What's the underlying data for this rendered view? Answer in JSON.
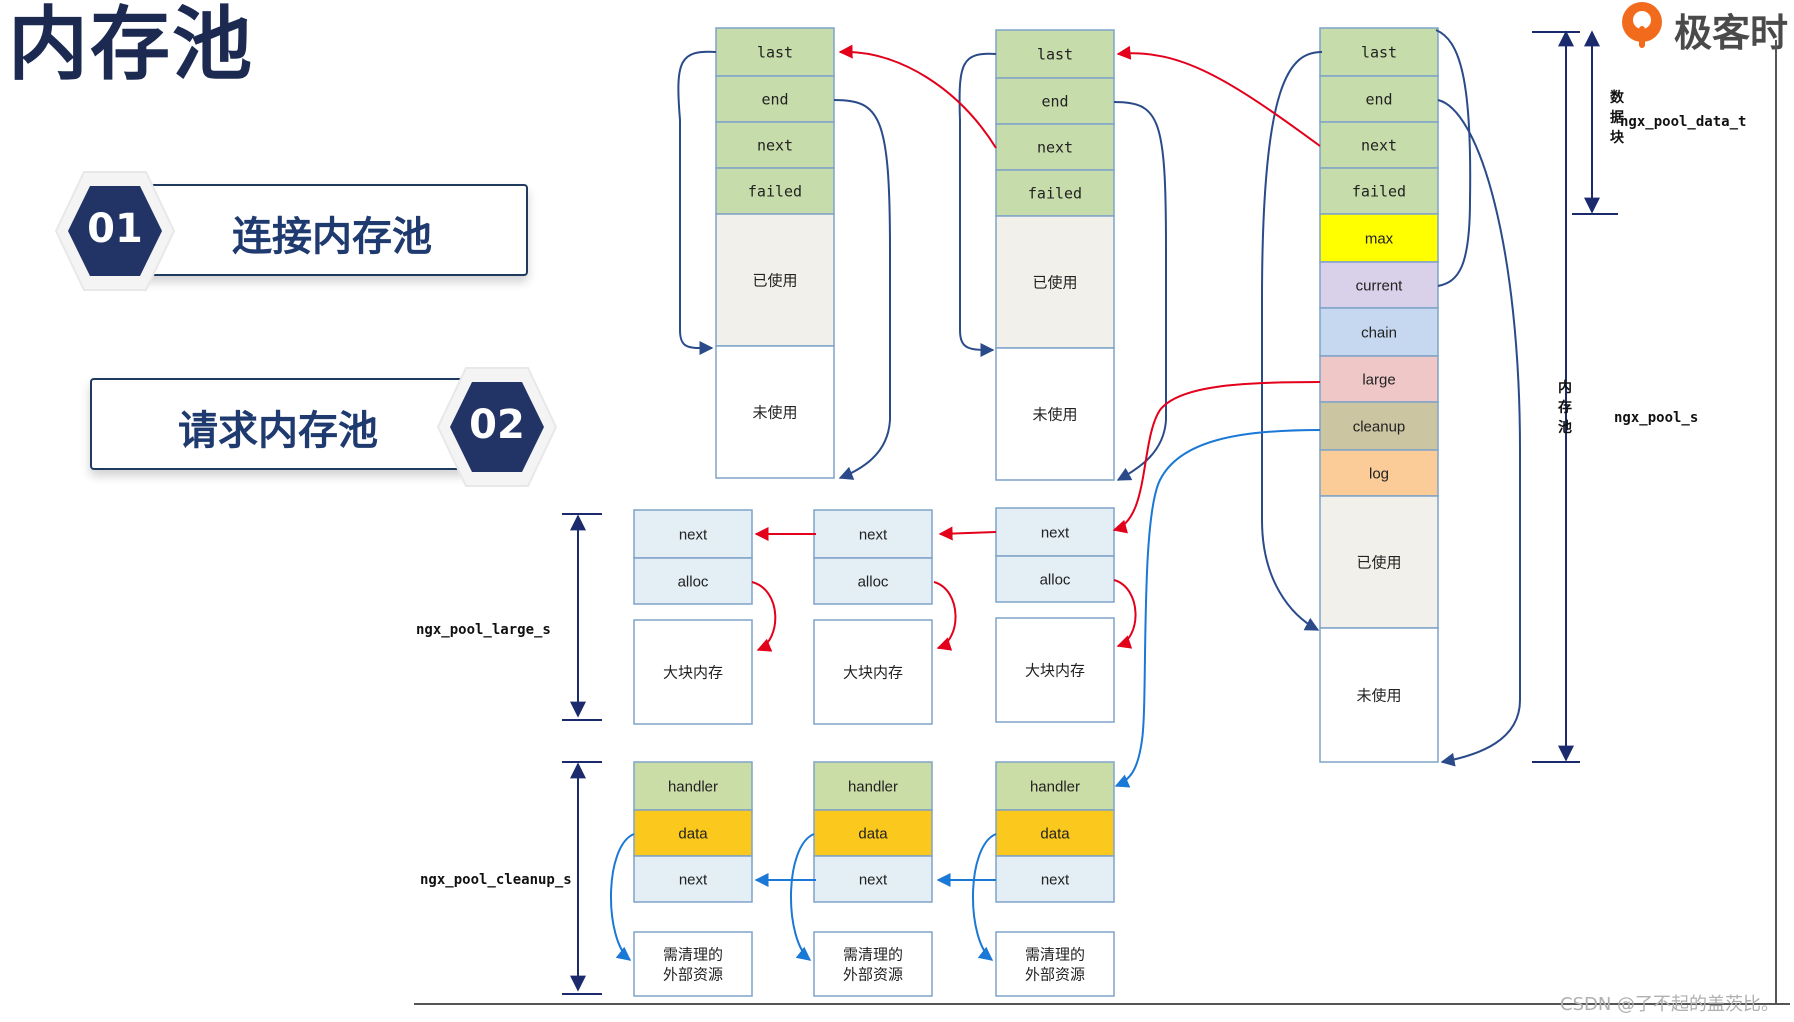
{
  "title": "内存池",
  "logo": {
    "text": "极客时",
    "icon": "geektime-logo-icon",
    "color": "#f26b1d"
  },
  "nav": [
    {
      "num": "01",
      "label": "连接内存池"
    },
    {
      "num": "02",
      "label": "请求内存池"
    }
  ],
  "colors": {
    "green": "#c6dcaa",
    "gray": "#f2f0eb",
    "yellow": "#ffff00",
    "lavender": "#d9d0ea",
    "lightblue": "#c6d8ef",
    "pink": "#efc7c7",
    "khaki": "#cbc5a2",
    "peach": "#fbcc97",
    "paleblue": "#e3eef5",
    "gold": "#fbc81e",
    "green2": "#cbdda7",
    "red": "#e3001b",
    "blue": "#1a78d6",
    "navy": "#1a2a6c",
    "dark_blue": "#2a4a8a"
  },
  "pools": [
    {
      "fields": [
        "last",
        "end",
        "next",
        "failed",
        "已使用",
        "未使用"
      ]
    },
    {
      "fields": [
        "last",
        "end",
        "next",
        "failed",
        "已使用",
        "未使用"
      ]
    },
    {
      "fields": [
        "last",
        "end",
        "next",
        "failed",
        "max",
        "current",
        "chain",
        "large",
        "cleanup",
        "log",
        "已使用",
        "未使用"
      ]
    }
  ],
  "large_nodes": [
    {
      "fields": [
        "next",
        "alloc"
      ],
      "block": "大块内存"
    },
    {
      "fields": [
        "next",
        "alloc"
      ],
      "block": "大块内存"
    },
    {
      "fields": [
        "next",
        "alloc"
      ],
      "block": "大块内存"
    }
  ],
  "cleanup_nodes": [
    {
      "fields": [
        "handler",
        "data",
        "next"
      ],
      "block_line1": "需清理的",
      "block_line2": "外部资源"
    },
    {
      "fields": [
        "handler",
        "data",
        "next"
      ],
      "block_line1": "需清理的",
      "block_line2": "外部资源"
    },
    {
      "fields": [
        "handler",
        "data",
        "next"
      ],
      "block_line1": "需清理的",
      "block_line2": "外部资源"
    }
  ],
  "labels": {
    "data_block_chars": [
      "数",
      "据",
      "块"
    ],
    "pool_chars": [
      "内",
      "存",
      "池"
    ],
    "ngx_pool_data_t": "ngx_pool_data_t",
    "ngx_pool_s": "ngx_pool_s",
    "ngx_pool_large_s": "ngx_pool_large_s",
    "ngx_pool_cleanup_s": "ngx_pool_cleanup_s"
  },
  "watermark": "CSDN @了不起的盖茨比。"
}
